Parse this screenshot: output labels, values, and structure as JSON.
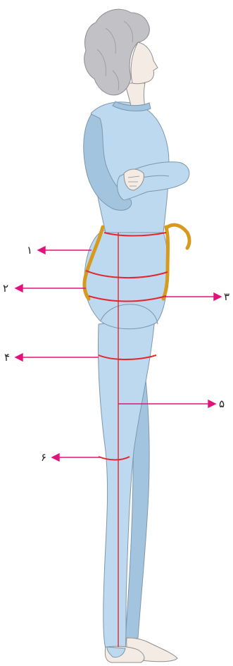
{
  "colors": {
    "skin": "#f4ece4",
    "hair": "#c2c2c6",
    "suit": "#bcd9ef",
    "suit_shadow": "#a3c4df",
    "outline": "#7f97ad",
    "measure_red": "#e3262f",
    "tape": "#d59a1e",
    "arrow": "#e3127a"
  },
  "labels": {
    "waist": "۱",
    "hip": "۲",
    "upper_hip": "۳",
    "thigh": "۴",
    "side_length": "۵",
    "knee": "۶"
  }
}
